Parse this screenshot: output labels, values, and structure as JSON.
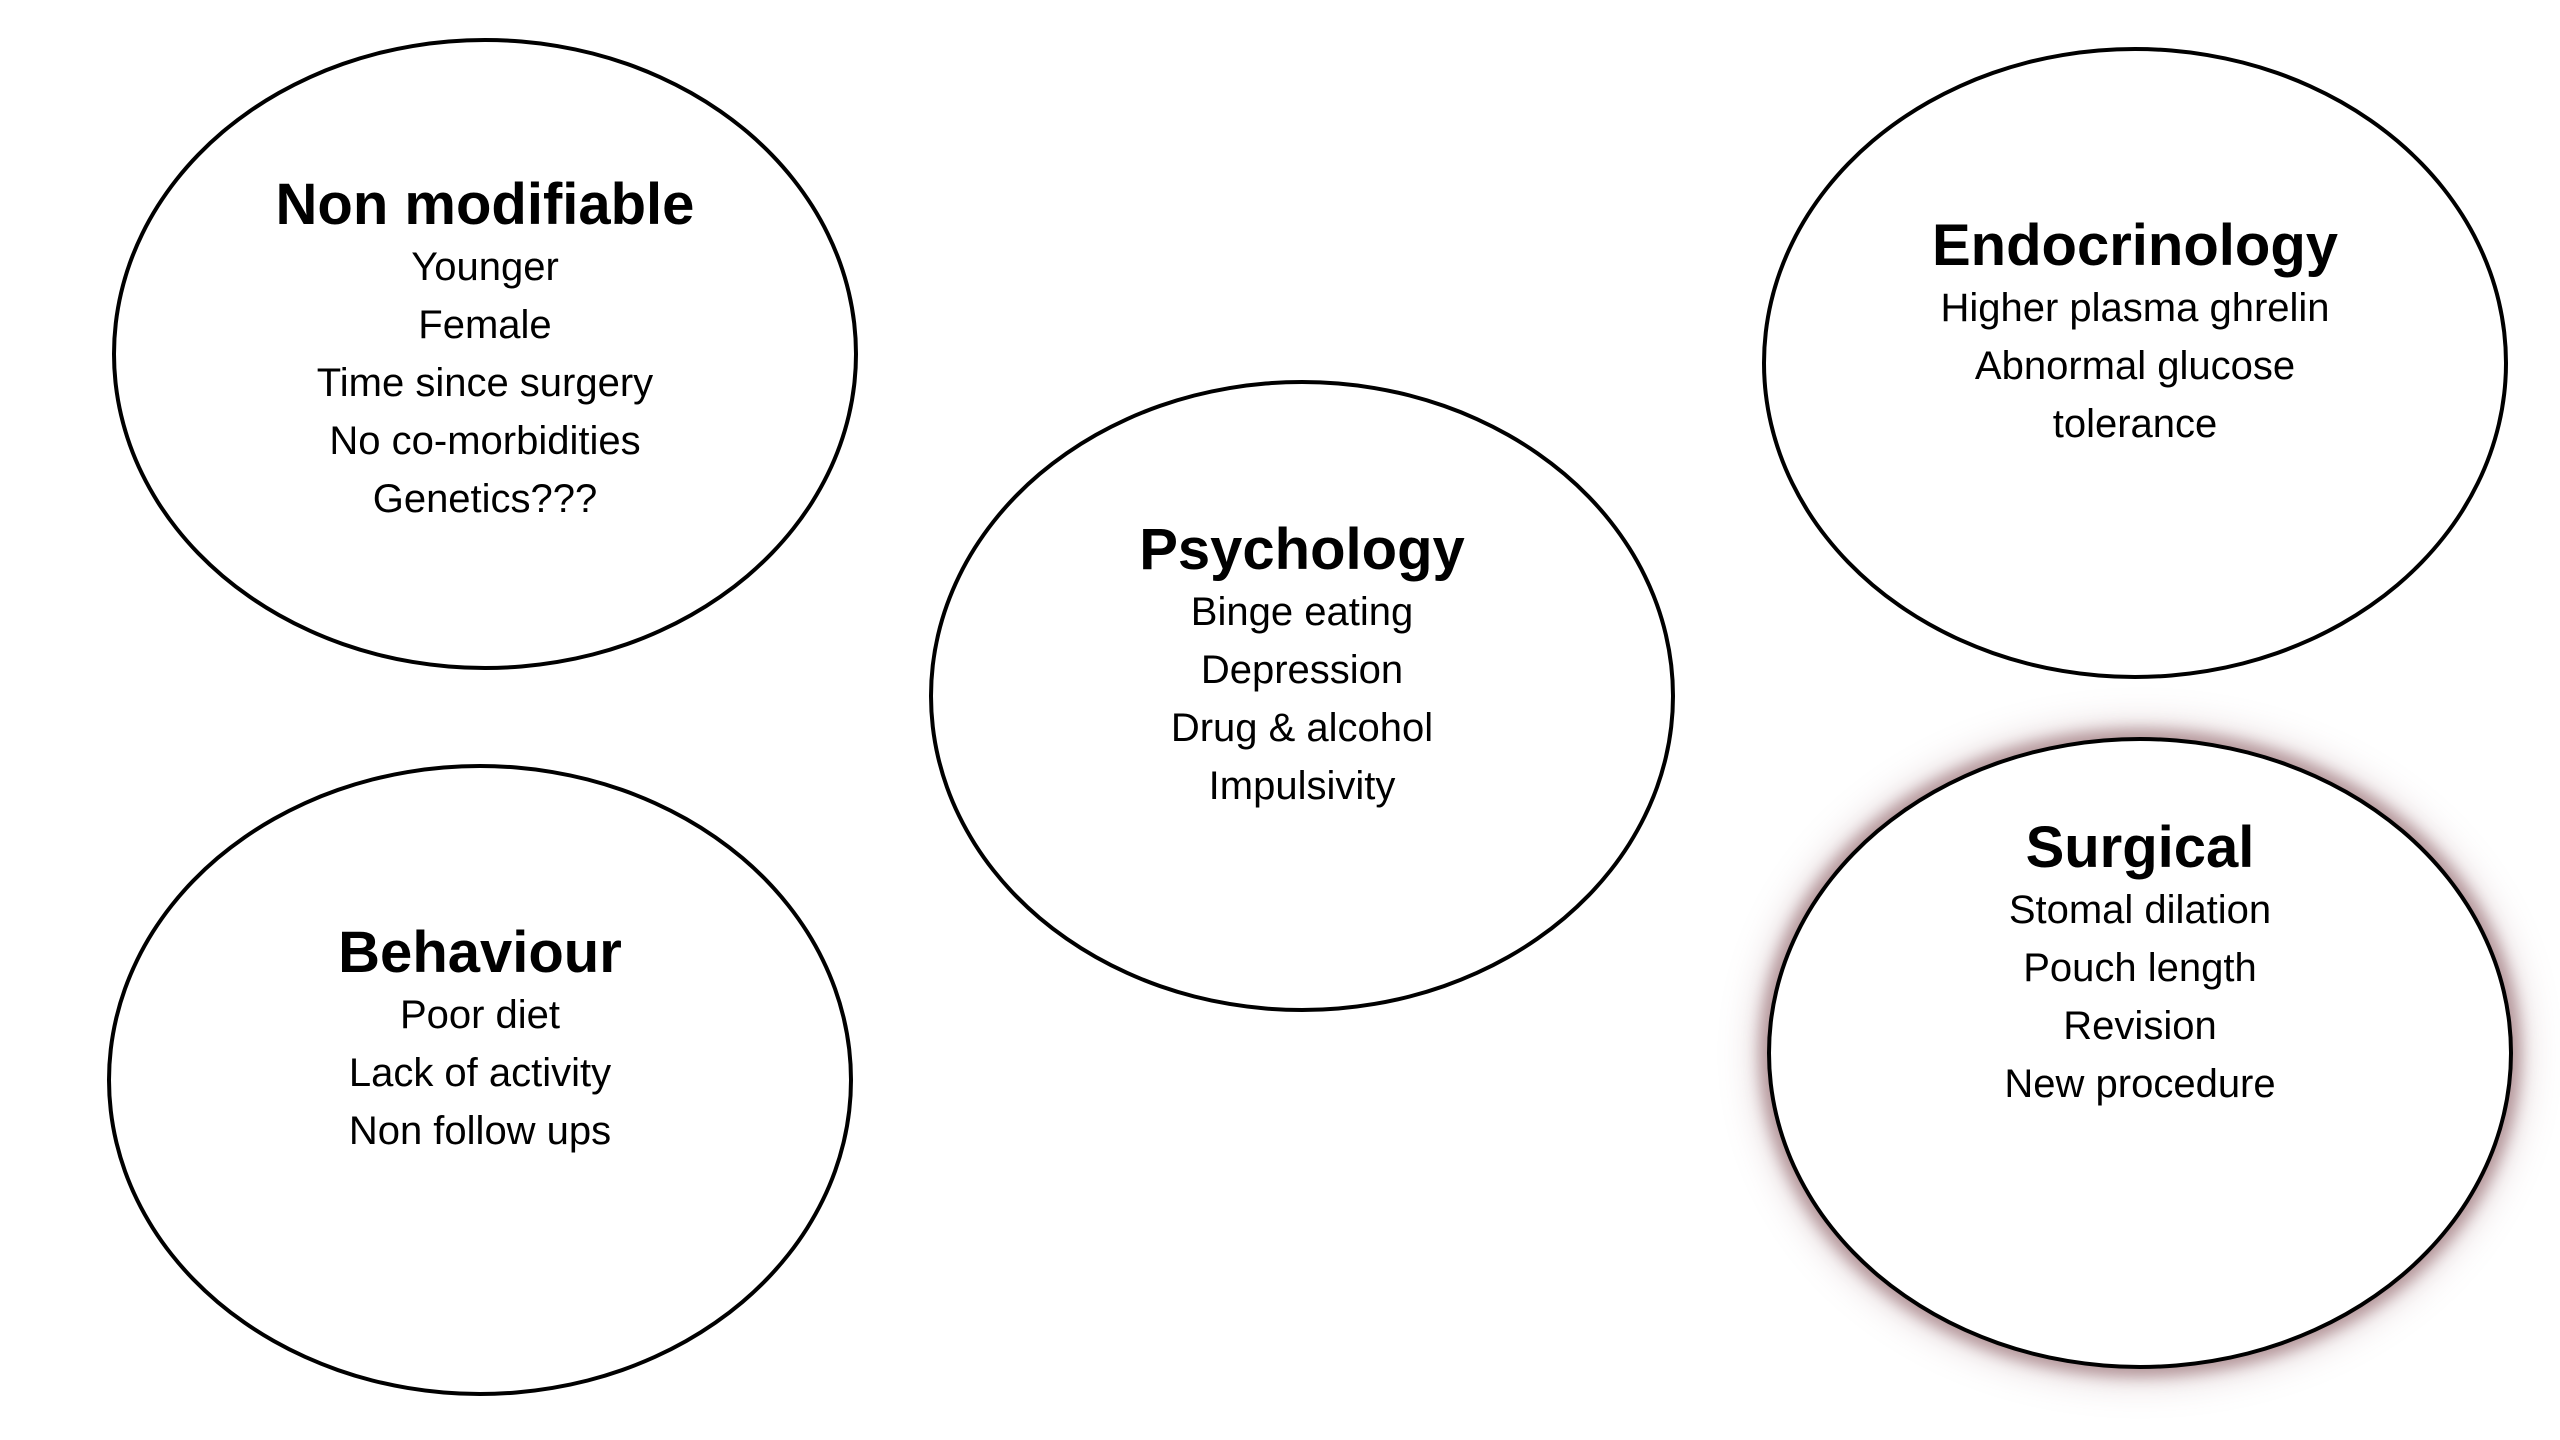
{
  "diagram": {
    "colors": {
      "background": "#ffffff",
      "stroke": "#000000",
      "glow": "#8c5f64"
    },
    "nodes": [
      {
        "id": "non-modifiable",
        "heading": "Non modifiable",
        "items": [
          "Younger",
          "Female",
          "Time since surgery",
          "No co-morbidities",
          "Genetics???"
        ]
      },
      {
        "id": "endocrinology",
        "heading": "Endocrinology",
        "items": [
          "Higher plasma ghrelin",
          "Abnormal glucose",
          "tolerance"
        ]
      },
      {
        "id": "psychology",
        "heading": "Psychology",
        "items": [
          "Binge eating",
          "Depression",
          "Drug & alcohol",
          "Impulsivity"
        ]
      },
      {
        "id": "behaviour",
        "heading": "Behaviour",
        "items": [
          "Poor diet",
          "Lack of activity",
          "Non follow ups"
        ]
      },
      {
        "id": "surgical",
        "heading": "Surgical",
        "items": [
          "Stomal dilation",
          "Pouch length",
          "Revision",
          "New procedure"
        ],
        "highlighted": true
      }
    ]
  }
}
